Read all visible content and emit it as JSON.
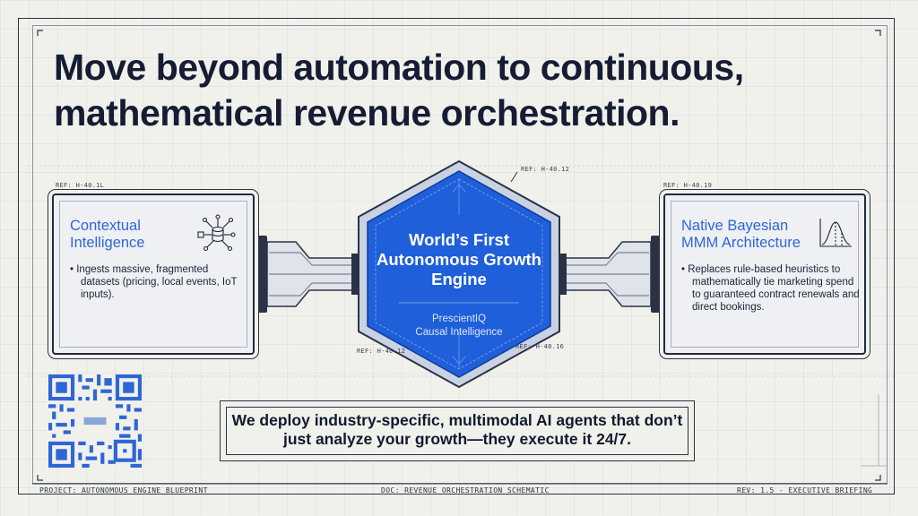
{
  "headline": "Move beyond automation to continuous, mathematical revenue orchestration.",
  "left_card": {
    "ref": "REF: H-40.1L",
    "title": "Contextual Intelligence",
    "body": "Ingests massive, fragmented datasets (pricing, local events, IoT inputs).",
    "icon": "data-network-icon"
  },
  "center_hex": {
    "ref_top": "REF: H-40.12",
    "ref_bottom_left": "REF: H-40.12",
    "ref_bottom_right": "REF: H-40.16",
    "title": "World’s First Autonomous Growth Engine",
    "subtitle_1": "PrescientIQ",
    "subtitle_2": "Causal Intelligence"
  },
  "right_card": {
    "ref": "REF: H-40.19",
    "title": "Native Bayesian MMM Architecture",
    "body": "Replaces rule-based heuristics to mathematically tie marketing spend to guaranteed contract renewals and direct bookings.",
    "icon": "bell-curve-chart-icon"
  },
  "callout": "We deploy industry-specific, multimodal AI agents that don’t just analyze your growth—they execute it 24/7.",
  "footer": {
    "project": "PROJECT: AUTONOMOUS ENGINE BLUEPRINT",
    "doc": "DOC: REVENUE ORCHESTRATION SCHEMATIC",
    "rev": "REV: 1.5 - EXECUTIVE BRIEFING"
  },
  "qr_code": "qr-code-icon",
  "colors": {
    "accent_blue": "#2f66d6",
    "hex_blue": "#1f5fd9",
    "ink": "#151c33",
    "paper": "#f1f1ec"
  }
}
